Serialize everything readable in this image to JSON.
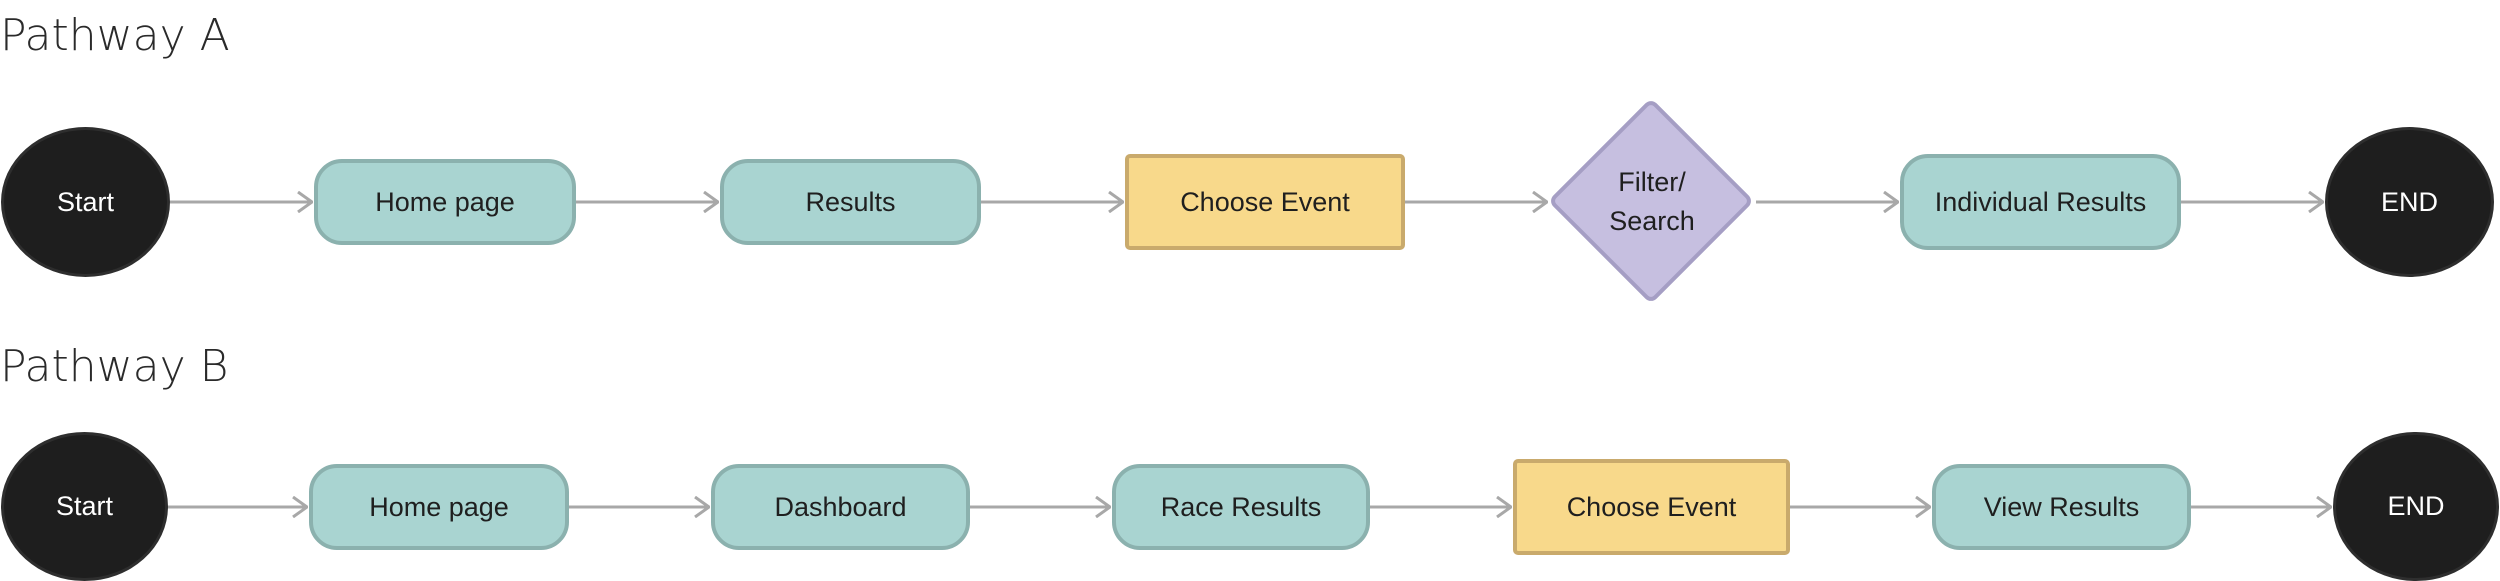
{
  "pathway_a": {
    "title": "Pathway A",
    "start": "Start",
    "home": "Home page",
    "results": "Results",
    "choose_event": "Choose Event",
    "filter_search": "Filter/\nSearch",
    "individual_results": "Individual Results",
    "end": "END"
  },
  "pathway_b": {
    "title": "Pathway B",
    "start": "Start",
    "home": "Home page",
    "dashboard": "Dashboard",
    "race_results": "Race Results",
    "choose_event": "Choose Event",
    "view_results": "View Results",
    "end": "END"
  },
  "colors": {
    "terminal": "#1e1e1e",
    "process": "#a9d4d1",
    "select": "#f8d98b",
    "decision": "#c6bfe0",
    "connector": "#a8a8a8"
  }
}
